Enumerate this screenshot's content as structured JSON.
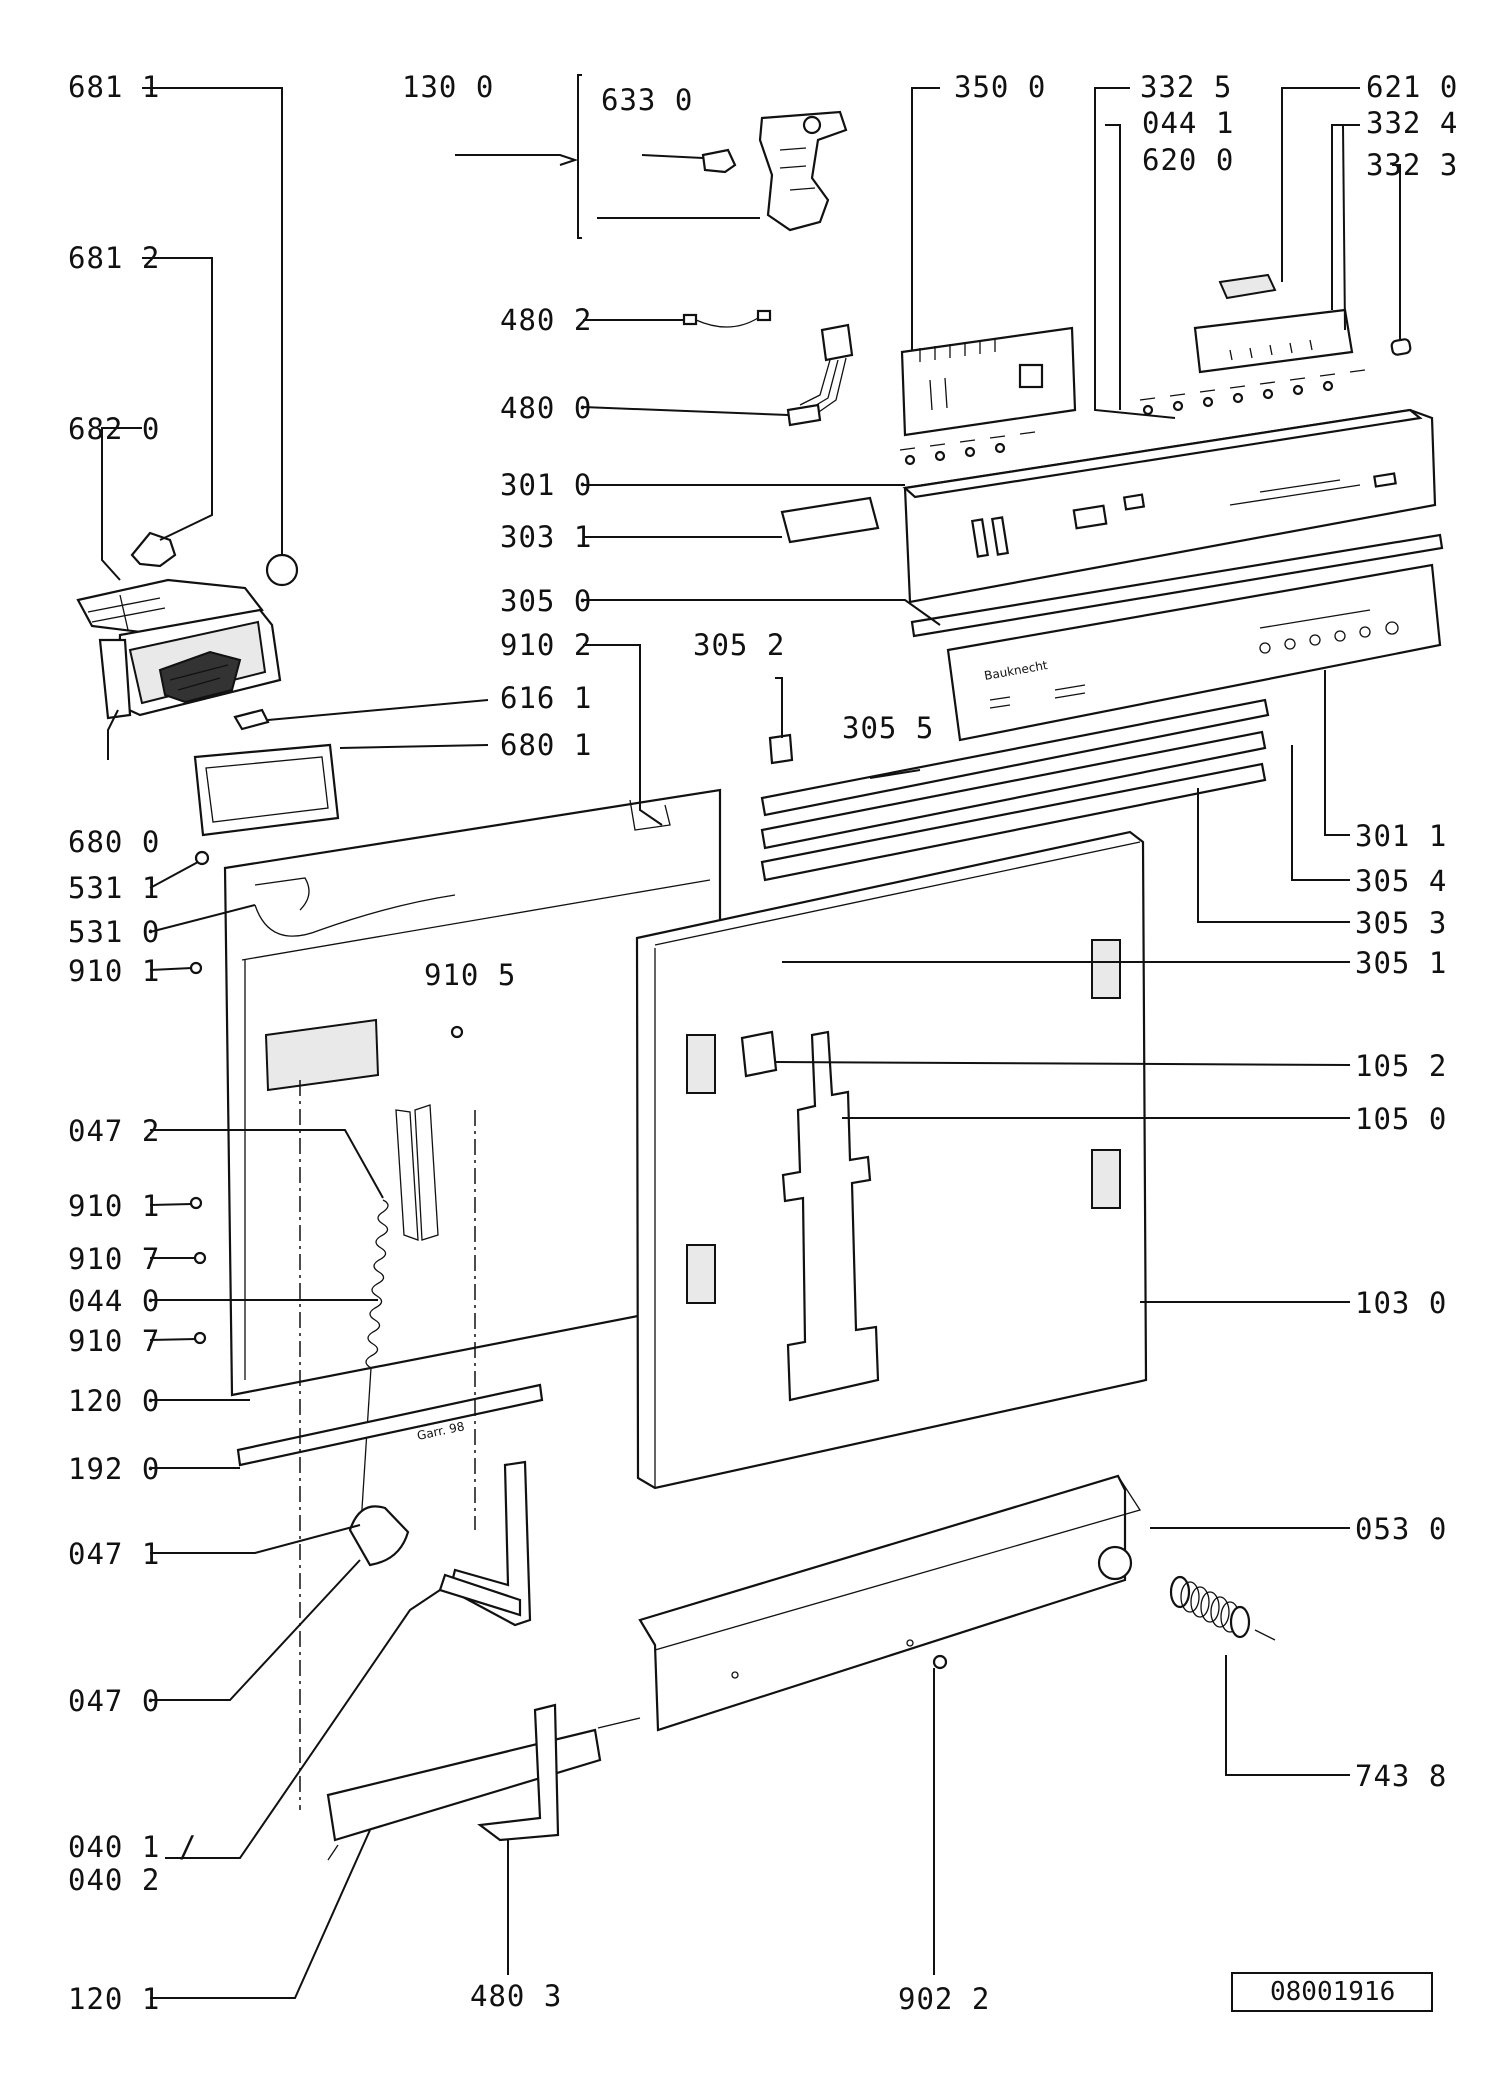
{
  "labels": {
    "l6811": "681 1",
    "l1300": "130 0",
    "l6330": "633 0",
    "l3500": "350 0",
    "l3325": "332 5",
    "l6210": "621 0",
    "l0441": "044 1",
    "l3324": "332 4",
    "l6200": "620 0",
    "l3323": "332 3",
    "l6812": "681 2",
    "l4802": "480 2",
    "l4800": "480 0",
    "l6820": "682 0",
    "l3010": "301 0",
    "l3031": "303 1",
    "l3050": "305 0",
    "l9102": "910 2",
    "l3052": "305 2",
    "l6161": "616 1",
    "l3055": "305 5",
    "l6801": "680 1",
    "l6800": "680 0",
    "l3011": "301 1",
    "l5311": "531 1",
    "l3054": "305 4",
    "l5310": "531 0",
    "l3053": "305 3",
    "l9101a": "910 1",
    "l9105": "910 5",
    "l3051": "305 1",
    "l1052": "105 2",
    "l0472": "047 2",
    "l1050": "105 0",
    "l9101b": "910 1",
    "l9107a": "910 7",
    "l0440": "044 0",
    "l1030": "103 0",
    "l9107b": "910 7",
    "l1200": "120 0",
    "l1920": "192 0",
    "l0530": "053 0",
    "l0471": "047 1",
    "l0470": "047 0",
    "l7438": "743 8",
    "l0401": "040 1 /",
    "l0402": "040 2",
    "l1201": "120 1",
    "l4803": "480 3",
    "l9022": "902 2"
  },
  "panel_brand": "Bauknecht",
  "part_marking": "Garr. 98",
  "reference_code": "08001916"
}
